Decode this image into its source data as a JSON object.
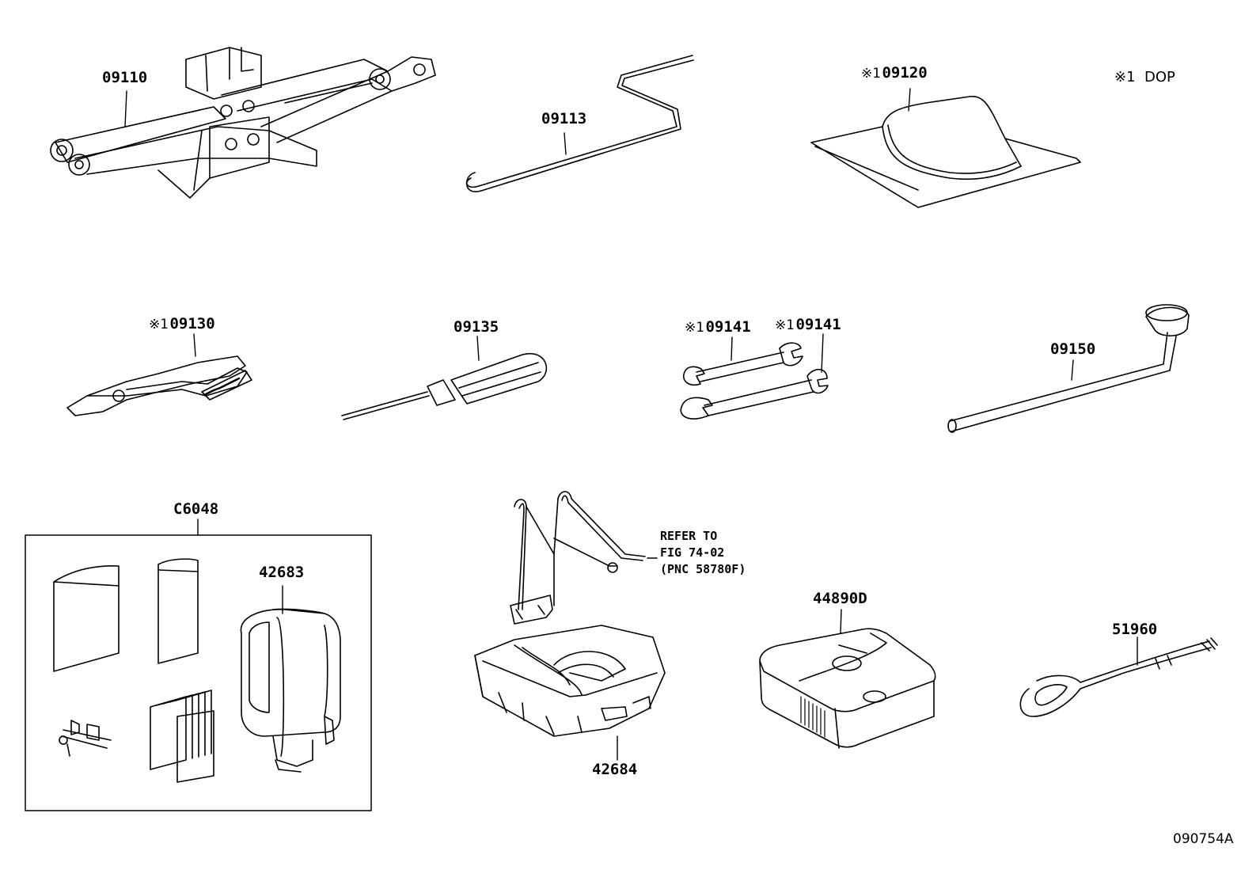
{
  "legend": {
    "mark": "※1",
    "text": "DOP"
  },
  "figure_id": "090754A",
  "note": {
    "line1": "REFER TO",
    "line2": "FIG 74-02",
    "line3": "(PNC 58780F)"
  },
  "parts": {
    "jack": {
      "number": "09110"
    },
    "jack_handle": {
      "number": "09113"
    },
    "tool_bag": {
      "mark": "※1",
      "number": "09120"
    },
    "pliers": {
      "mark": "※1",
      "number": "09130"
    },
    "screwdriver": {
      "number": "09135"
    },
    "wrench_a": {
      "mark": "※1",
      "number": "09141"
    },
    "wrench_b": {
      "mark": "※1",
      "number": "09141"
    },
    "lug_wrench": {
      "number": "09150"
    },
    "repair_kit": {
      "number": "C6048"
    },
    "compressor": {
      "number": "42683"
    },
    "tray": {
      "number": "42684"
    },
    "tray_box": {
      "number": "44890D"
    },
    "tow_hook": {
      "number": "51960"
    }
  }
}
